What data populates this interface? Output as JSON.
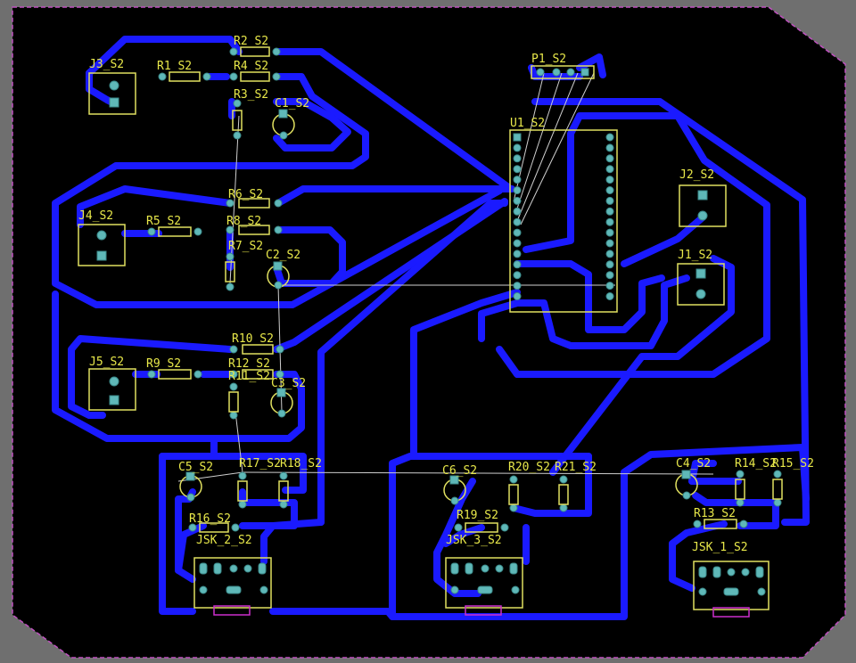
{
  "board": {
    "colors": {
      "background": "#6f6f6f",
      "board": "#000000",
      "outline": "#c050c0",
      "trace": "#1a1aff",
      "silkscreen": "#e8e84a",
      "pad": "#5fb8b8",
      "ratsnest": "#cfcfcf"
    }
  },
  "labels": {
    "R1": "R1_S2",
    "R2": "R2_S2",
    "R3": "R3_S2",
    "R4": "R4_S2",
    "R5": "R5_S2",
    "R6": "R6_S2",
    "R7": "R7_S2",
    "R8": "R8_S2",
    "R9": "R9_S2",
    "R10": "R10_S2",
    "R11": "R11_S2",
    "R12": "R12_S2",
    "R13": "R13_S2",
    "R14": "R14_S2",
    "R15": "R15_S2",
    "R16": "R16_S2",
    "R17": "R17_S2",
    "R18": "R18_S2",
    "R19": "R19_S2",
    "R20": "R20_S2",
    "R21": "R21_S2",
    "C1": "C1_S2",
    "C2": "C2_S2",
    "C3": "C3_S2",
    "C4": "C4_S2",
    "C5": "C5_S2",
    "C6": "C6_S2",
    "J1": "J1_S2",
    "J2": "J2_S2",
    "J3": "J3_S2",
    "J4": "J4_S2",
    "J5": "J5_S2",
    "P1": "P1_S2",
    "U1": "U1_S2",
    "JSK1": "JSK_1_S2",
    "JSK2": "JSK_2_S2",
    "JSK3": "JSK_3_S2"
  }
}
